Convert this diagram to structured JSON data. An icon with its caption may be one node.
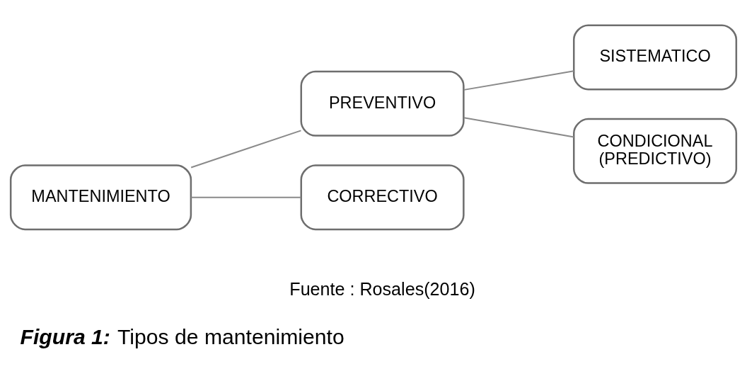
{
  "diagram": {
    "caption": "Figura 1: Tipos de mantenimiento",
    "nodes": [
      {
        "text": [
          "MANTENIMIENTO"
        ]
      },
      {
        "text": [
          "PREVENTIVO"
        ]
      },
      {
        "text": [
          "CORRECTIVO"
        ]
      },
      {
        "text": [
          "SISTEMATICO"
        ]
      },
      {
        "text": [
          "CONDICIONAL (PREDICTIVO)"
        ]
      }
    ],
    "edges": [
      {
        "from": 0,
        "to": 1,
        "arrow": "none"
      },
      {
        "from": 0,
        "to": 2,
        "arrow": "none"
      },
      {
        "from": 1,
        "to": 3,
        "arrow": "none"
      },
      {
        "from": 1,
        "to": 4,
        "arrow": "none"
      }
    ],
    "labels": [
      "Fuente : Rosales(2016)"
    ]
  }
}
